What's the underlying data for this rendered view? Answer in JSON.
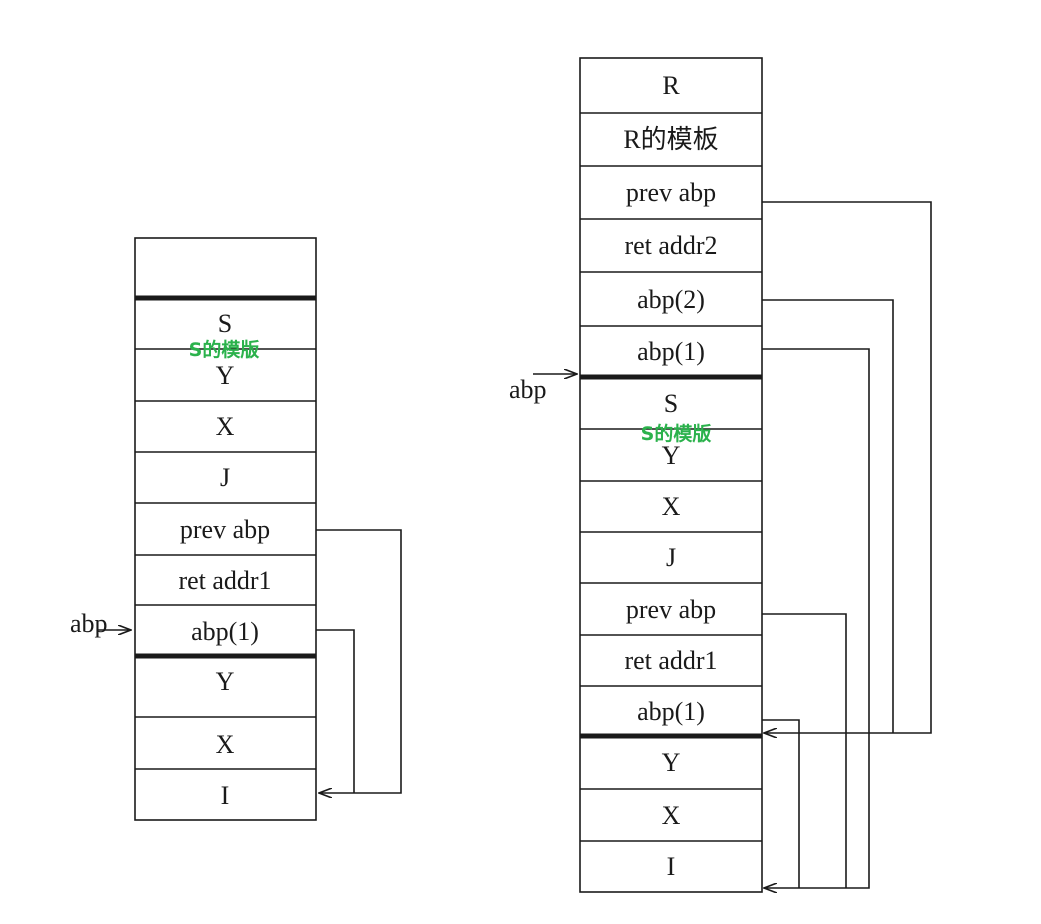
{
  "left_stack": {
    "cells": [
      "",
      "S",
      "Y",
      "X",
      "J",
      "prev abp",
      "ret addr1",
      "abp(1)",
      "Y",
      "X",
      "I"
    ],
    "pointer_label": "abp",
    "overlay_label": "S的模版"
  },
  "right_stack": {
    "cells": [
      "R",
      "R的模板",
      "prev abp",
      "ret addr2",
      "abp(2)",
      "abp(1)",
      "S",
      "Y",
      "X",
      "J",
      "prev abp",
      "ret addr1",
      "abp(1)",
      "Y",
      "X",
      "I"
    ],
    "pointer_label": "abp",
    "overlay_label": "S的模版"
  },
  "colors": {
    "line": "#1a1a1a",
    "overlay_text": "#2bb24c"
  }
}
